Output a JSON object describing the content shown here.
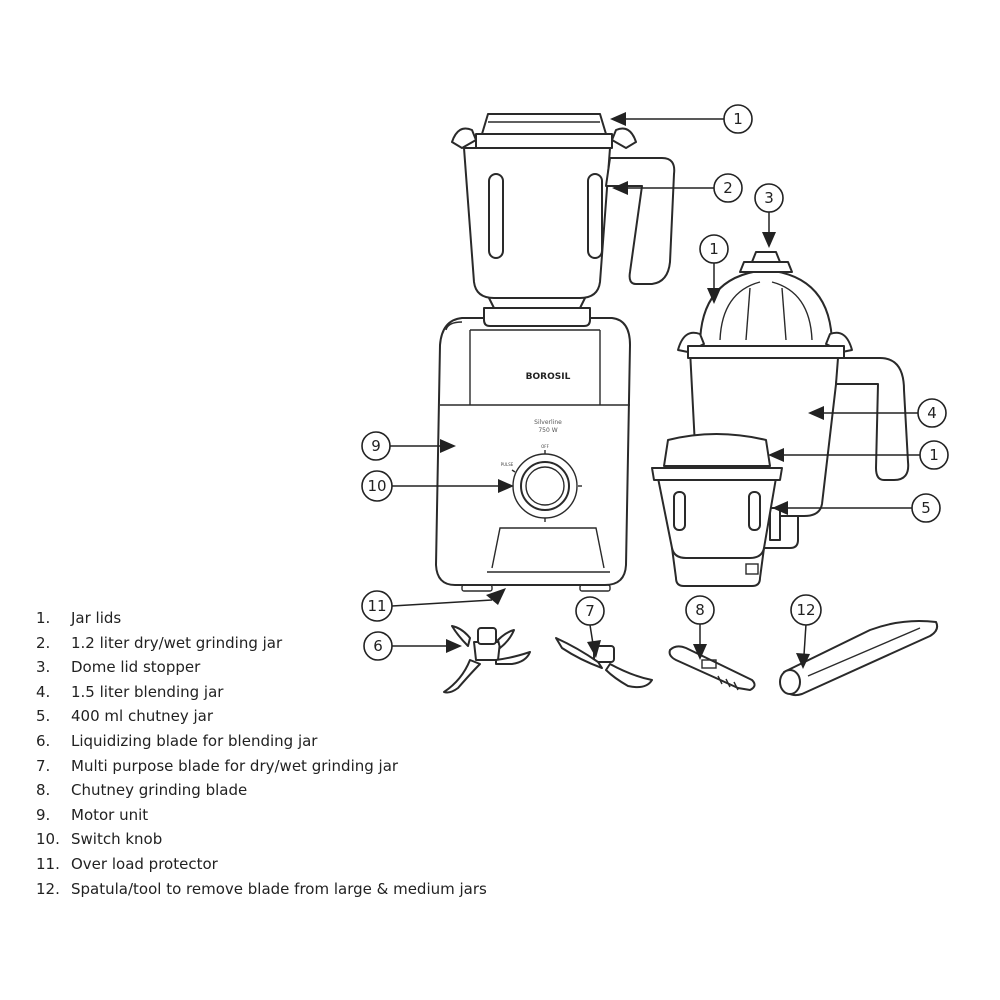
{
  "brand": "BOROSIL",
  "model": "Silverline",
  "wattage": "750 W",
  "knob_labels": {
    "off": "OFF",
    "pulse": "PULSE"
  },
  "callouts": [
    {
      "id": "c1a",
      "label": "1"
    },
    {
      "id": "c2",
      "label": "2"
    },
    {
      "id": "c3",
      "label": "3"
    },
    {
      "id": "c1b",
      "label": "1"
    },
    {
      "id": "c4",
      "label": "4"
    },
    {
      "id": "c1c",
      "label": "1"
    },
    {
      "id": "c5",
      "label": "5"
    },
    {
      "id": "c9",
      "label": "9"
    },
    {
      "id": "c10",
      "label": "10"
    },
    {
      "id": "c11",
      "label": "11"
    },
    {
      "id": "c7",
      "label": "7"
    },
    {
      "id": "c8",
      "label": "8"
    },
    {
      "id": "c12",
      "label": "12"
    },
    {
      "id": "c6",
      "label": "6"
    }
  ],
  "legend": [
    {
      "num": "1.",
      "text": "Jar lids"
    },
    {
      "num": "2.",
      "text": "1.2 liter dry/wet grinding jar"
    },
    {
      "num": "3.",
      "text": "Dome lid stopper"
    },
    {
      "num": "4.",
      "text": "1.5 liter blending jar"
    },
    {
      "num": "5.",
      "text": "400 ml chutney jar"
    },
    {
      "num": "6.",
      "text": "Liquidizing blade for blending jar"
    },
    {
      "num": "7.",
      "text": "Multi purpose blade for dry/wet grinding jar"
    },
    {
      "num": "8.",
      "text": "Chutney grinding blade"
    },
    {
      "num": "9.",
      "text": "Motor unit"
    },
    {
      "num": "10.",
      "text": "Switch knob"
    },
    {
      "num": "11.",
      "text": "Over load protector"
    },
    {
      "num": "12.",
      "text": "Spatula/tool to remove blade from large & medium jars"
    }
  ]
}
